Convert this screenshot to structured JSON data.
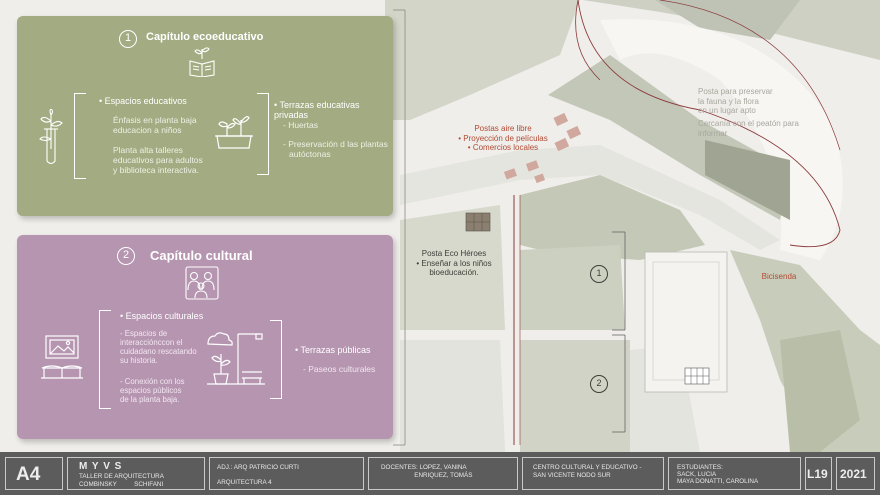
{
  "map": {
    "posta_aire_libre": "Postas aire libre",
    "proyeccion": "• Proyección de películas",
    "comercios": "• Comercios locales",
    "posta_eco_1": "Posta Eco Héroes",
    "posta_eco_2": "• Enseñar a los niños",
    "posta_eco_3": "bioeducación.",
    "posta_fauna_1": "Posta para preservar",
    "posta_fauna_2": "la fauna y la flora",
    "posta_fauna_3": "en un lugar apto",
    "cercania_1": "Cercanía con el peatón para",
    "cercania_2": "informar",
    "bicisenda": "Bicisenda",
    "marker1": "1",
    "marker2": "2"
  },
  "chapter1": {
    "number": "1",
    "title": "Capítulo ecoeducativo",
    "left_head": "• Espacios educativos",
    "left_items": [
      "Énfasis en planta baja",
      "educacion a niños",
      "Planta alta talleres",
      "educativos para adultos",
      "y biblioteca interactiva."
    ],
    "right_head": "• Terrazas educativas privadas",
    "right_items": [
      "- Huertas",
      "- Preservación d las plantas",
      "autóctonas"
    ]
  },
  "chapter2": {
    "number": "2",
    "title": "Capítulo cultural",
    "left_head": "• Espacios culturales",
    "left_items": [
      "- Espacios de",
      "interacciónccon el",
      "cuidadano rescatando",
      "su historia.",
      "- Conexión con los",
      "espacios públicos",
      "de la planta baja."
    ],
    "right_head": "• Terrazas públicas",
    "right_items": [
      "- Paseos culturales"
    ]
  },
  "footer": {
    "size": "A4",
    "brand": "M Y V S",
    "taller_1": "TALLER DE ARQUITECTURA",
    "taller_2": "COMBINSKY          SCHIFANI",
    "adj": "ADJ.: ARQ PATRICIO CURTI",
    "arq": "ARQUITECTURA 4",
    "docentes_1": "DOCENTES: LOPEZ, VANINA",
    "docentes_2": "                   ENRIQUEZ, TOMÁS",
    "project_1": "CENTRO CULTURAL Y EDUCATIVO -",
    "project_2": "SAN VICENTE NODO SUR",
    "students_1": "ESTUDIANTES:",
    "students_2": "SACK, LUCIA",
    "students_3": "MAYA DONATTI, CAROLINA",
    "sheet": "L19",
    "year": "2021"
  },
  "colors": {
    "chapter1_bg": "#a3ab82",
    "chapter2_bg": "#b595b0",
    "accent_red": "#b24a35",
    "footer_bg": "#5c5c5c"
  }
}
